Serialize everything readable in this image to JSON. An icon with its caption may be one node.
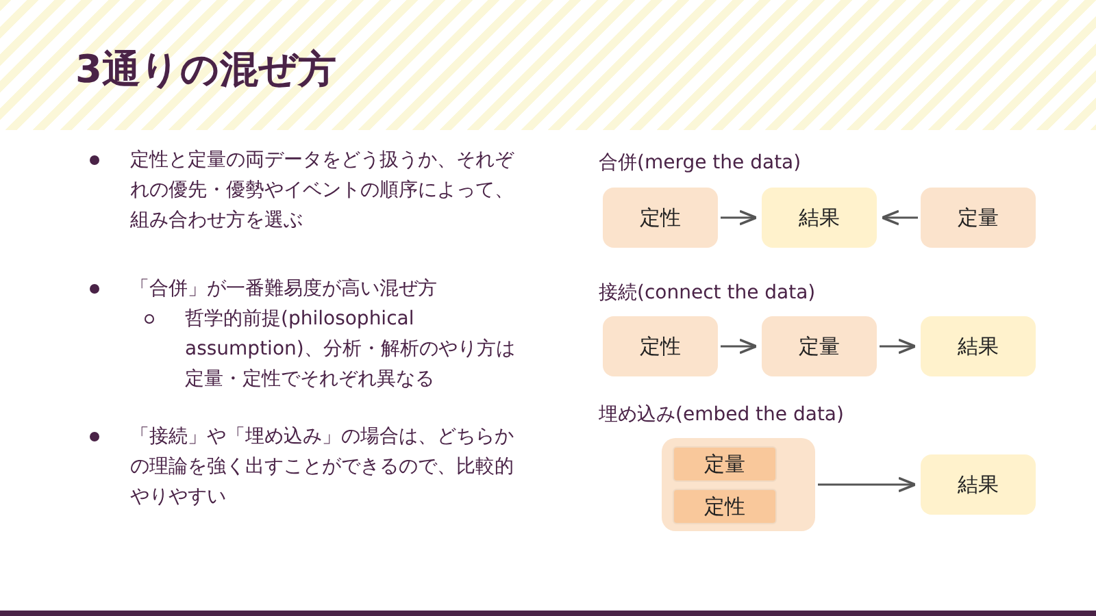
{
  "diagram": {
    "title": "3通りの混ぜ方",
    "nodes": [
      {
        "text": [
          "定性"
        ]
      },
      {
        "text": [
          "結果"
        ]
      },
      {
        "text": [
          "定量"
        ]
      },
      {
        "text": [
          "定性"
        ]
      },
      {
        "text": [
          "定量"
        ]
      },
      {
        "text": [
          "結果"
        ]
      },
      {
        "text": [],
        "shape": "box"
      },
      {
        "text": [
          "定量"
        ],
        "in": 6
      },
      {
        "text": [
          "定性"
        ],
        "in": 6
      },
      {
        "text": [
          "結果"
        ]
      }
    ],
    "edges": [
      {
        "from": 0,
        "to": 1,
        "arrow": "to"
      },
      {
        "from": 2,
        "to": 1,
        "arrow": "to"
      },
      {
        "from": 3,
        "to": 4,
        "arrow": "to"
      },
      {
        "from": 4,
        "to": 5,
        "arrow": "to"
      },
      {
        "from": 6,
        "to": 9,
        "arrow": "to"
      }
    ],
    "labels": [
      "定性と定量の両データをどう扱うか、それぞれの優先・優勢やイベントの順序によって、組み合わせ方を選ぶ",
      "「合併」が一番難易度が高い混ぜ方",
      "哲学的前提(philosophical assumption)、分析・解析のやり方は定量・定性でそれぞれ異なる",
      "「接続」や「埋め込み」の場合は、どちらかの理論を強く出すことができるので、比較的やりやすい",
      "合併(merge the data)",
      "接続(connect the data)",
      "埋め込み(embed the data)"
    ]
  }
}
